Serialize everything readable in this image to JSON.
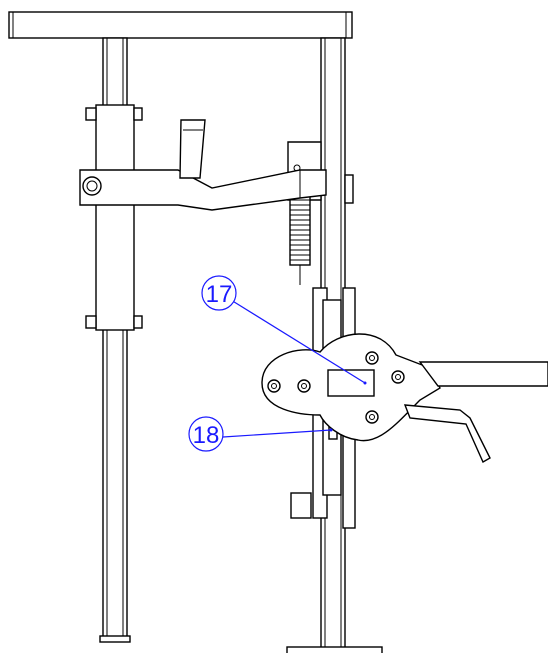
{
  "diagram": {
    "callouts": [
      {
        "id": "17",
        "label": "17"
      },
      {
        "id": "18",
        "label": "18"
      }
    ],
    "colors": {
      "line": "#000000",
      "callout": "#1a1aff",
      "background": "#ffffff"
    }
  }
}
